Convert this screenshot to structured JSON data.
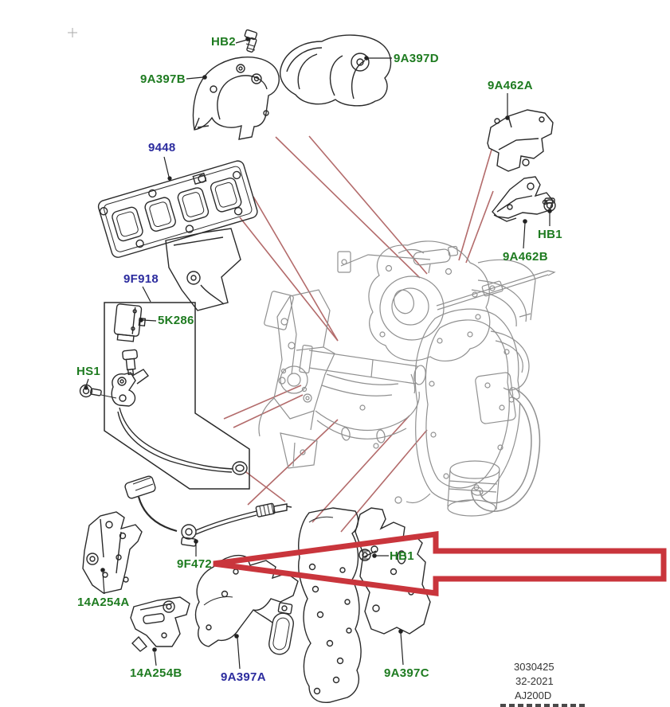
{
  "diagram": {
    "title_hint": "exploded parts diagram - turbocharger heat shields",
    "labels": {
      "hb2": "HB2",
      "p9a397b": "9A397B",
      "p9a397d": "9A397D",
      "p9a462a": "9A462A",
      "hb1_right": "HB1",
      "p9a462b": "9A462B",
      "p9448": "9448",
      "p9f918": "9F918",
      "p5k286": "5K286",
      "hs1": "HS1",
      "p9f472": "9F472",
      "hb1_bottom": "HB1",
      "p14a254a": "14A254A",
      "p14a254b": "14A254B",
      "p9a397a": "9A397A",
      "p9a397c": "9A397C"
    },
    "highlighted_label": "9F472",
    "colors": {
      "label_green": "#1e7b20",
      "label_blue": "#2b2b9e",
      "arrow_red": "#c9353c",
      "leader_red": "#b36b6b",
      "engine_gray": "#909090",
      "part_line_dark": "#2a2a2a"
    },
    "footer": {
      "line1": "3030425",
      "line2": "32-2021",
      "line3": "AJ200D"
    }
  }
}
